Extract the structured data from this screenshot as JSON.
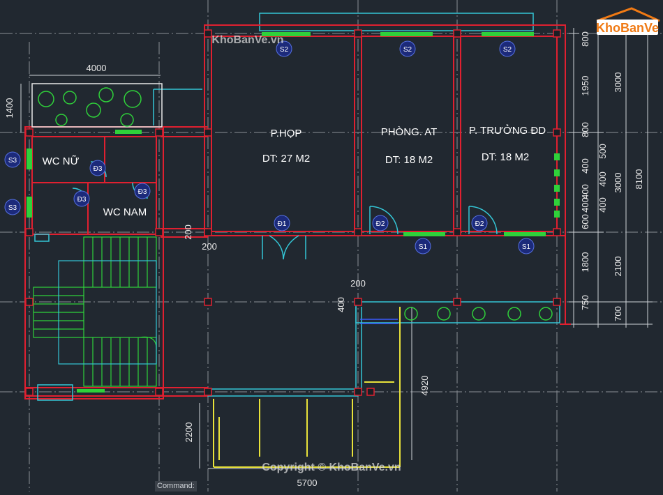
{
  "logo": {
    "brand": "KhoBanVe"
  },
  "watermark_top": "KhoBanVe.vn",
  "copyright": "Copyright © KhoBanVe.vn",
  "command_label": "Command:",
  "rooms": {
    "meeting": {
      "name": "P.HỌP",
      "area": "DT: 27 M2"
    },
    "safety": {
      "name": "PHÒNG. AT",
      "area": "DT: 18 M2"
    },
    "chief": {
      "name": "P. TRƯỞNG ĐD",
      "area": "DT: 18 M2"
    },
    "wc_female": "WC NỮ",
    "wc_male": "WC NAM"
  },
  "tags": {
    "s1": "S1",
    "s2": "S2",
    "s3": "S3",
    "d1": "Đ1",
    "d2": "Đ2",
    "d3": "Đ3"
  },
  "dims": {
    "top_left": "4000",
    "left_1400": "1400",
    "d200_v": "200",
    "d200_h1": "200",
    "d200_h2": "200",
    "d400": "400",
    "d4920": "4920",
    "d2200": "2200",
    "d5700": "5700",
    "r800a": "800",
    "r1950": "1950",
    "r800b": "800",
    "r400a": "400",
    "r400b": "400",
    "r400c": "400",
    "r600": "600",
    "r1800": "1800",
    "r750": "750",
    "c500": "500",
    "c400a": "400",
    "c400b": "400",
    "c3000a": "3000",
    "c3000b": "3000",
    "c2100": "2100",
    "c700": "700",
    "c8100": "8100"
  }
}
